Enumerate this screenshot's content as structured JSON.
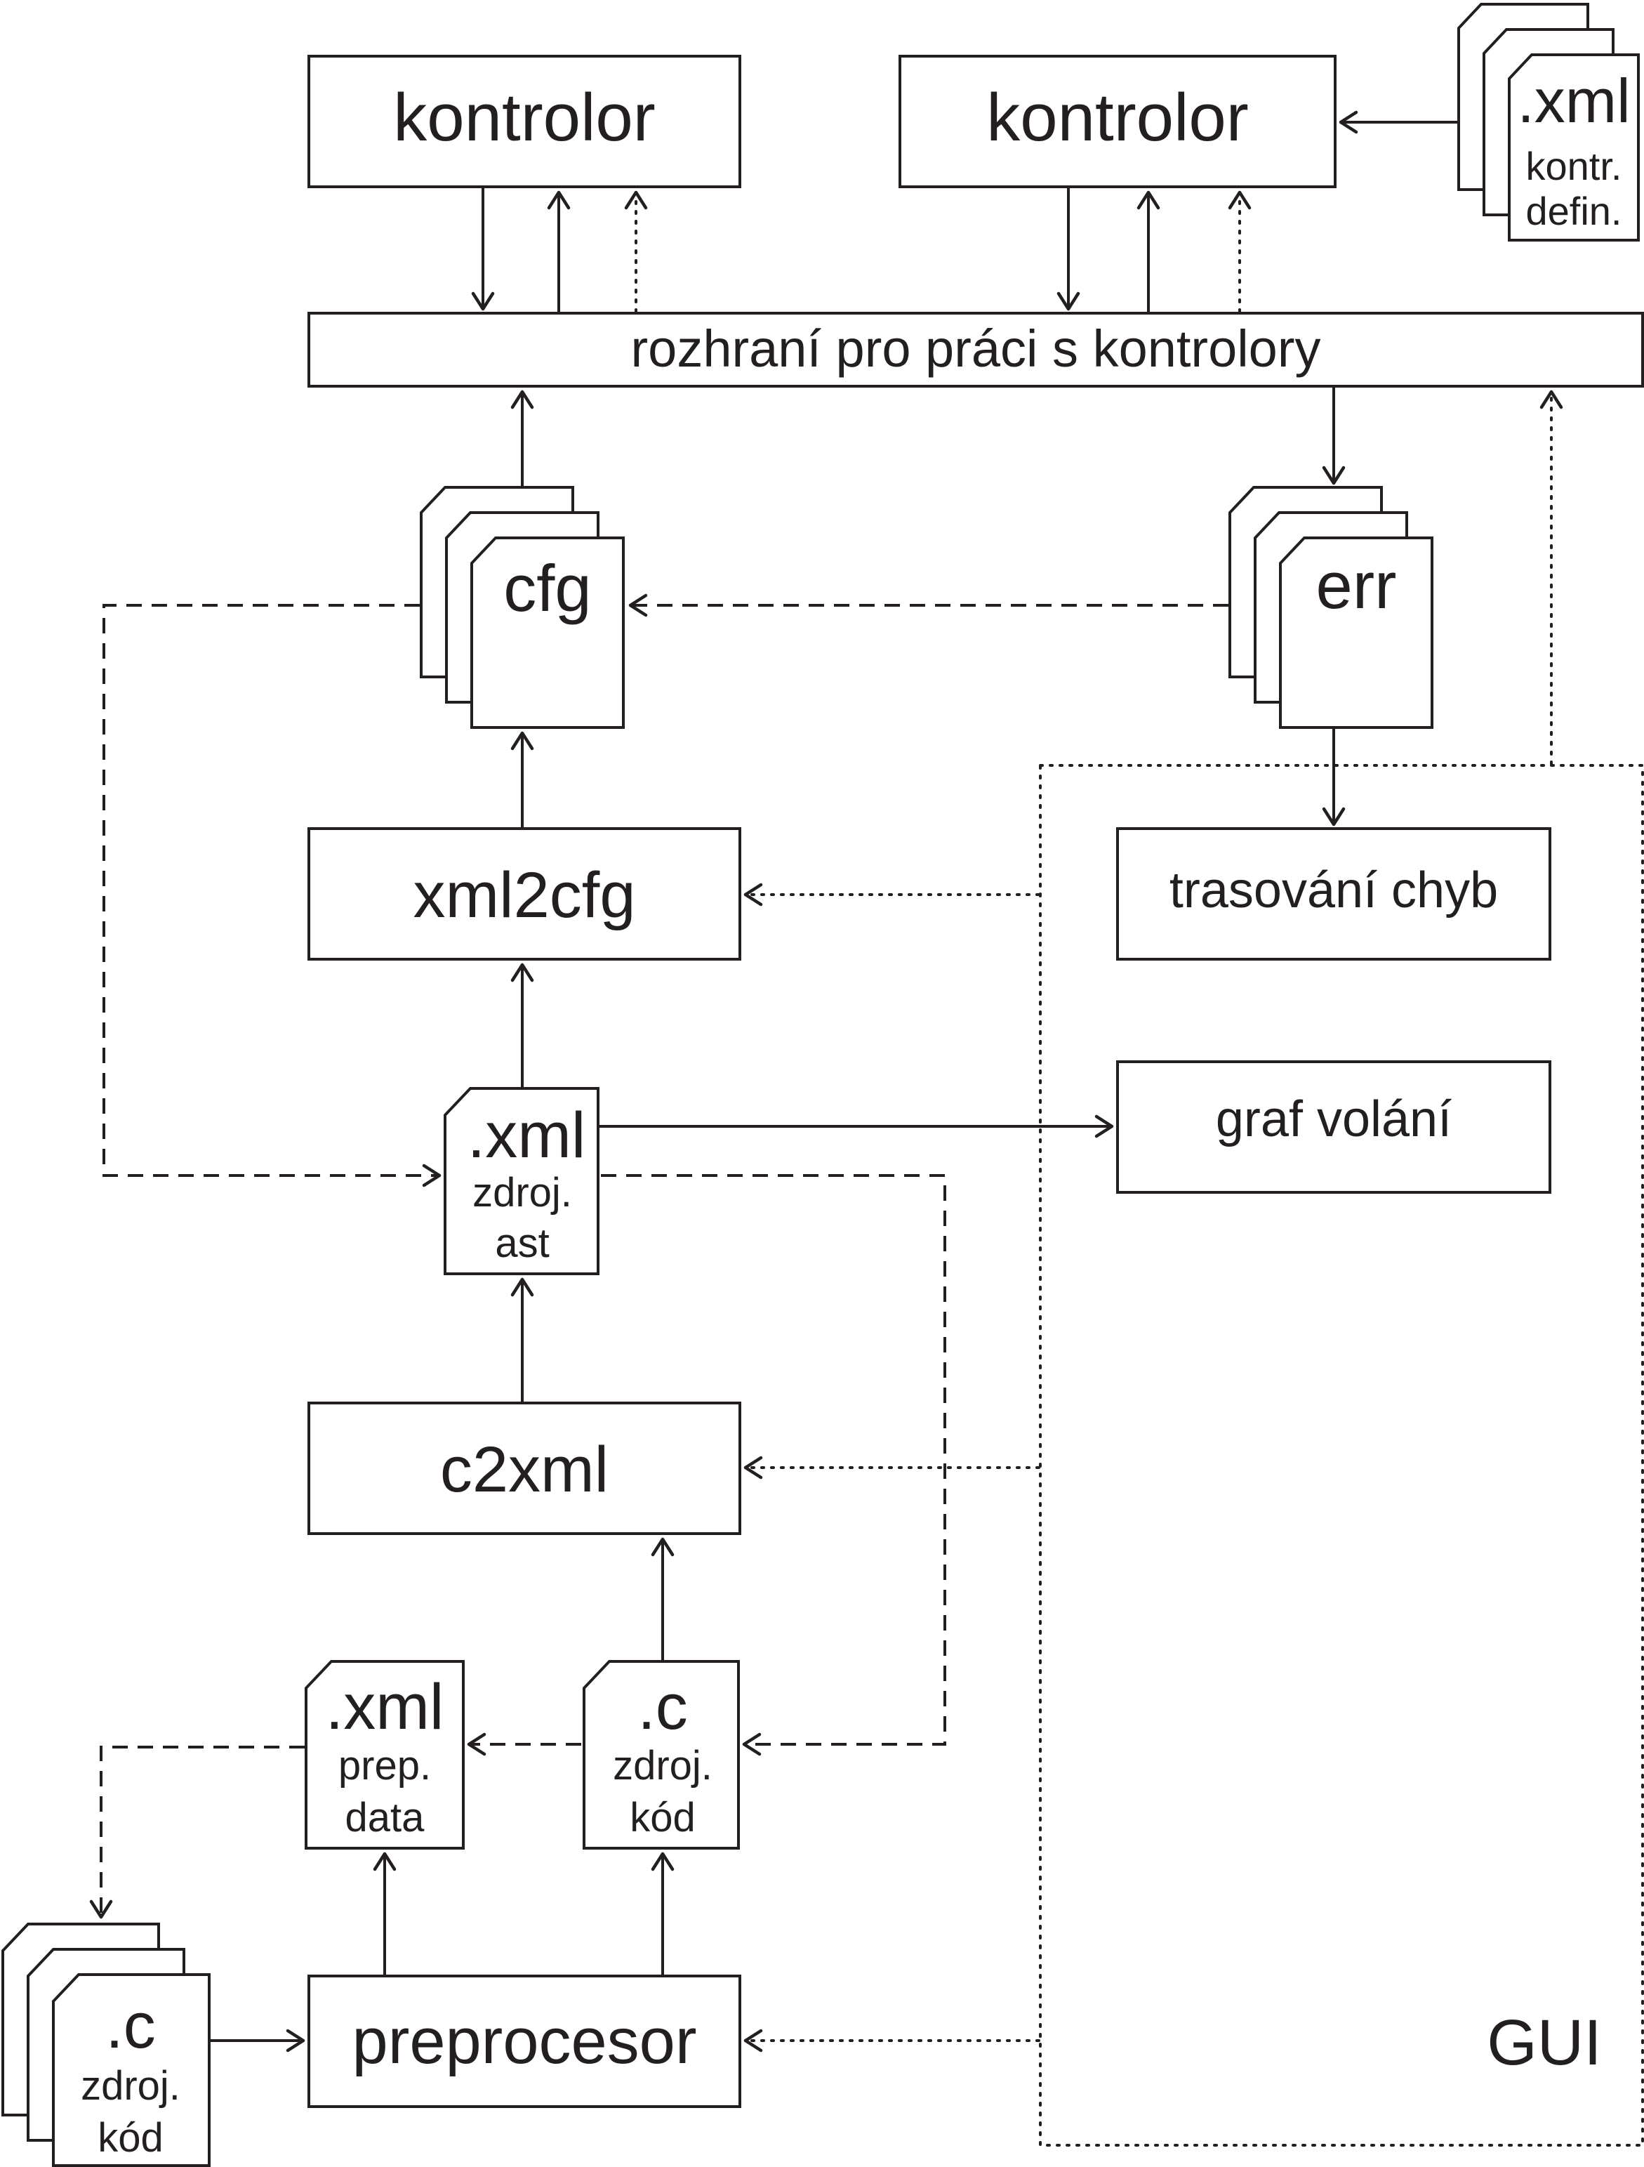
{
  "nodes": {
    "kontrolor_1": "kontrolor",
    "kontrolor_2": "kontrolor",
    "interface": "rozhraní pro práci s kontrolory",
    "xml2cfg": "xml2cfg",
    "tracing": "trasování chyb",
    "call_graph": "graf volání",
    "c2xml": "c2xml",
    "preprocessor": "preprocesor"
  },
  "documents": {
    "controller_defs": {
      "ext": ".xml",
      "lines": [
        "kontr.",
        "defin."
      ]
    },
    "cfg": {
      "ext": "cfg",
      "lines": []
    },
    "err": {
      "ext": "err",
      "lines": []
    },
    "ast_xml": {
      "ext": ".xml",
      "lines": [
        "zdroj.",
        "ast"
      ]
    },
    "prep_xml": {
      "ext": ".xml",
      "lines": [
        "prep.",
        "data"
      ]
    },
    "src_c": {
      "ext": ".c",
      "lines": [
        "zdroj.",
        "kód"
      ]
    },
    "src_stack": {
      "ext": ".c",
      "lines": [
        "zdroj.",
        "kód"
      ]
    }
  },
  "gui_label": "GUI",
  "colors": {
    "ink": "#231f20",
    "background": "#ffffff"
  }
}
